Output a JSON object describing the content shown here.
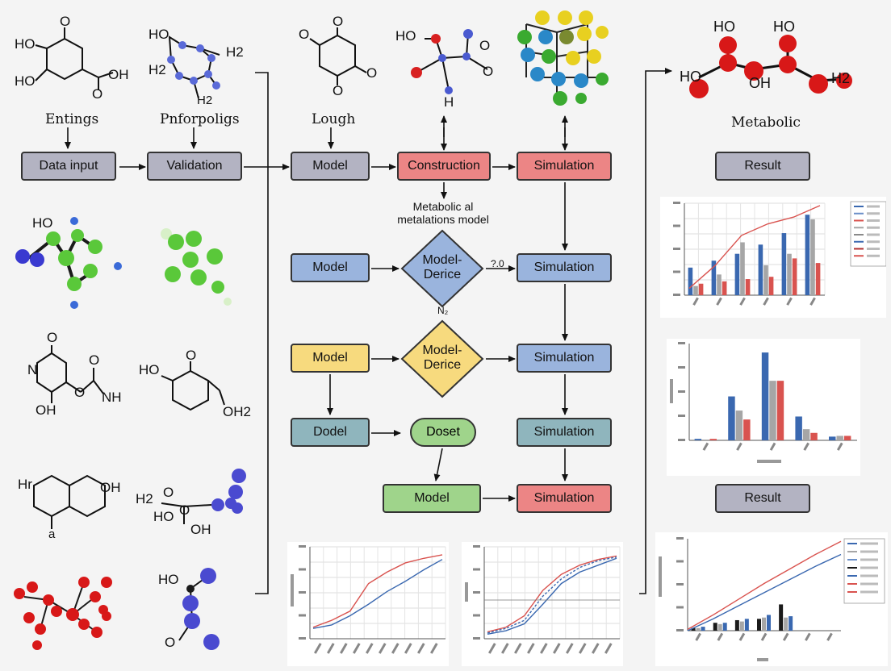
{
  "labels": {
    "entings": "Entings",
    "pnforpoligs": "Pnforpoligs",
    "lough": "Lough",
    "metabolic": "Metabolic",
    "metabolic_model_note_1": "Metabolic al",
    "metabolic_model_note_2": "metalations model",
    "mid_note": "?.0",
    "n_note": "N₂"
  },
  "boxes": {
    "data_input": "Data input",
    "validation": "Validation",
    "model_top": "Model",
    "construction": "Construction",
    "simulation_1": "Simulation",
    "result_1": "Result",
    "model_blue": "Model",
    "diamond_1": "Model-\nDerice",
    "simulation_2": "Simulation",
    "model_yellow": "Model",
    "diamond_2": "Model-\nDerice",
    "simulation_3": "Simulation",
    "dodel": "Dodel",
    "doset": "Doset",
    "simulation_4": "Simulation",
    "model_green": "Model",
    "simulation_5": "Simulation",
    "result_2": "Result"
  },
  "molecules": {
    "m1": {
      "atoms": [
        "HO",
        "O",
        "HO",
        "OH",
        "O"
      ]
    },
    "m2": {
      "atoms": [
        "HO",
        "H2",
        "H2",
        "H2"
      ]
    },
    "m3": {
      "atoms": [
        "O",
        "O",
        "O",
        "O"
      ]
    },
    "m4": {
      "atoms": [
        "HO",
        "O",
        "O",
        "H"
      ]
    },
    "m5": {
      "atoms": [
        "HO",
        "HO",
        "OH",
        "HO",
        "H2"
      ]
    },
    "m6": {
      "atoms": [
        "HO"
      ]
    },
    "m7": {
      "atoms": [
        "O",
        "N",
        "O",
        "O",
        "NH",
        "OH"
      ]
    },
    "m8": {
      "atoms": [
        "HO",
        "O",
        "OH2"
      ]
    },
    "m9": {
      "atoms": [
        "Hr",
        "OH",
        "a"
      ]
    },
    "m10": {
      "atoms": [
        "H2",
        "O",
        "HO",
        "O",
        "OH"
      ]
    },
    "m11": {
      "atoms": [
        "HO",
        "O"
      ]
    }
  },
  "chart_data": [
    {
      "type": "bar",
      "categories": [
        "",
        "",
        "",
        "",
        "",
        ""
      ],
      "series": [
        {
          "name": "",
          "values": [
            1.2,
            1.5,
            1.8,
            2.2,
            2.7,
            3.5
          ],
          "color": "#3a68b0"
        },
        {
          "name": "",
          "values": [
            0.4,
            0.9,
            2.3,
            1.3,
            1.8,
            3.3
          ],
          "color": "#a6a6a6"
        },
        {
          "name": "",
          "values": [
            0.5,
            0.6,
            0.7,
            0.8,
            1.6,
            1.4
          ],
          "color": "#d9534f"
        }
      ],
      "trend": [
        0.3,
        1.3,
        2.6,
        3.1,
        3.4,
        3.9
      ],
      "ylim": [
        0,
        4
      ],
      "legend_colors": [
        "#3a68b0",
        "#6a8fc8",
        "#d9534f",
        "#a6a6a6",
        "#8a8a8a",
        "#3a68b0",
        "#b03030",
        "#d9534f"
      ],
      "grid": true,
      "legend": "right"
    },
    {
      "type": "bar",
      "categories": [
        "",
        "",
        "",
        "",
        ""
      ],
      "series": [
        {
          "name": "",
          "values": [
            0.2,
            5.9,
            11.8,
            3.2,
            0.5
          ],
          "color": "#3a68b0"
        },
        {
          "name": "",
          "values": [
            0.1,
            4.0,
            8.0,
            1.5,
            0.6
          ],
          "color": "#a6a6a6"
        },
        {
          "name": "",
          "values": [
            0.2,
            2.8,
            8.0,
            1.0,
            0.6
          ],
          "color": "#d9534f"
        }
      ],
      "ylim": [
        0,
        13
      ],
      "grid": false
    },
    {
      "type": "line",
      "series": [
        {
          "name": "",
          "color": "#d9534f",
          "values": [
            1.0,
            1.6,
            2.4,
            4.8,
            5.8,
            6.6,
            7.0,
            7.3
          ]
        },
        {
          "name": "",
          "color": "#3a68b0",
          "values": [
            0.9,
            1.2,
            2.0,
            3.0,
            4.1,
            5.0,
            6.0,
            6.9
          ]
        }
      ],
      "ylim": [
        0,
        8
      ],
      "grid": true
    },
    {
      "type": "line",
      "series": [
        {
          "name": "",
          "color": "#d9534f",
          "values": [
            0.6,
            1.0,
            2.0,
            4.2,
            5.6,
            6.4,
            6.9,
            7.2
          ]
        },
        {
          "name": "",
          "color": "#3a68b0",
          "values": [
            0.4,
            0.7,
            1.3,
            3.0,
            4.8,
            5.8,
            6.4,
            7.0
          ]
        },
        {
          "name": "",
          "color": "#3a68b0",
          "values": [
            0.5,
            0.9,
            1.6,
            3.7,
            5.2,
            6.2,
            6.8,
            7.1
          ]
        }
      ],
      "ylim": [
        0,
        8
      ],
      "grid": true
    },
    {
      "type": "bar",
      "categories": [
        "",
        "",
        "",
        "",
        "",
        "",
        ""
      ],
      "series": [
        {
          "name": "",
          "values": [
            0.2,
            0.6,
            0.8,
            0.9,
            2.0,
            0,
            0
          ],
          "color": "#1a1a1a"
        },
        {
          "name": "",
          "values": [
            0.2,
            0.5,
            0.7,
            1.0,
            1.0,
            0,
            0
          ],
          "color": "#a6a6a6"
        },
        {
          "name": "",
          "values": [
            0.3,
            0.6,
            0.9,
            1.2,
            1.1,
            0,
            0
          ],
          "color": "#3a68b0"
        }
      ],
      "trend_red": [
        0.1,
        1.2,
        2.4,
        3.6,
        4.7,
        5.8,
        6.8
      ],
      "trend_blue": [
        0.0,
        0.9,
        1.9,
        2.9,
        3.9,
        4.9,
        5.8
      ],
      "ylim": [
        0,
        7
      ],
      "legend_colors": [
        "#3a68b0",
        "#a6a6a6",
        "#6a8fc8",
        "#1a1a1a",
        "#3a68b0",
        "#d9534f",
        "#d9534f"
      ],
      "grid": false,
      "legend": "right"
    }
  ]
}
